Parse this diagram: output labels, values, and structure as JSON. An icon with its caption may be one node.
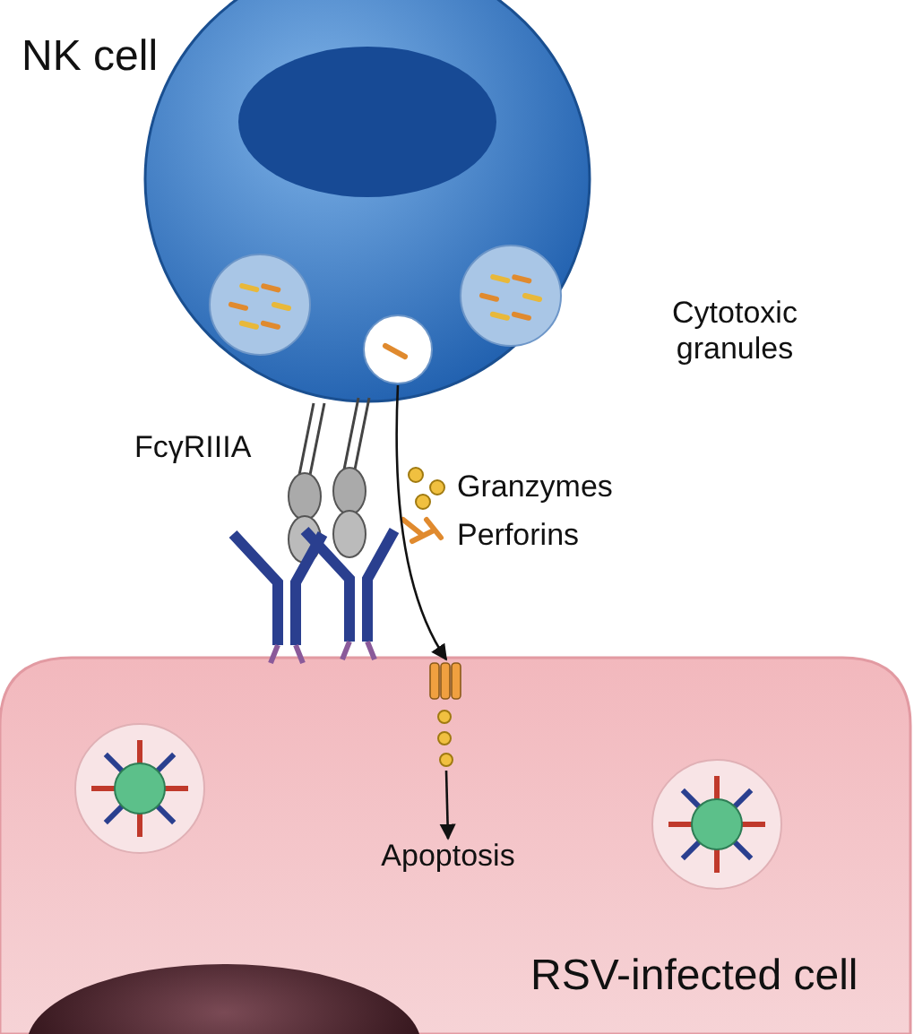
{
  "diagram": {
    "nodes": [
      {
        "text": [
          "NK cell"
        ]
      },
      {
        "text": [],
        "shape": "circle",
        "in": 0
      },
      {
        "text": [
          "RSV-infected cell"
        ]
      },
      {
        "text": [],
        "shape": "picture",
        "in": 2
      },
      {
        "text": [
          "Apoptosis"
        ],
        "in": 2
      }
    ],
    "edges": [
      {
        "from": 1,
        "to": 3,
        "arrow": "to"
      },
      {
        "from": 3,
        "to": 4,
        "arrow": "to"
      }
    ],
    "labels": [
      "Cytotoxic granules",
      "FcγRIIIA",
      "Granzymes",
      "Perforins"
    ]
  }
}
